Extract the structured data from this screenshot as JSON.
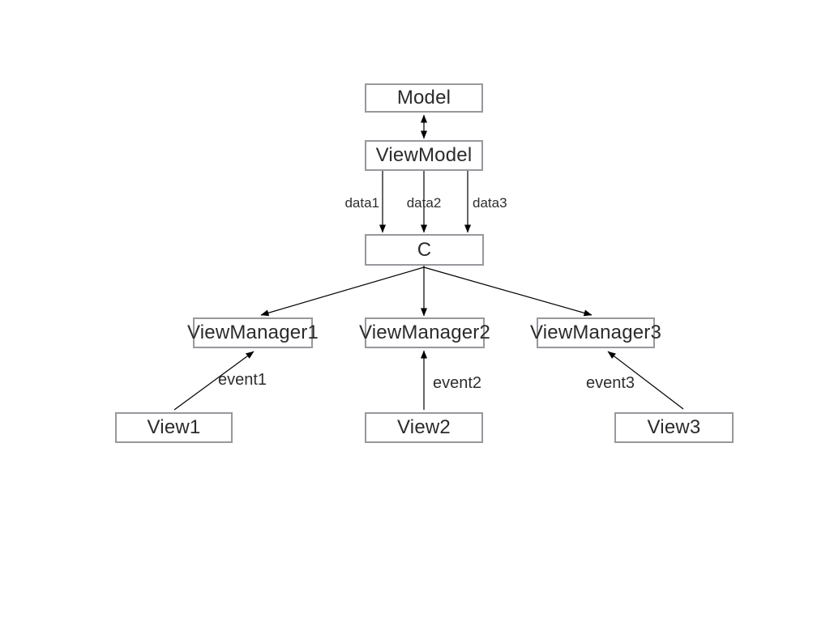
{
  "diagram": {
    "colors": {
      "background": "#ffffff",
      "node_border": "#98989d",
      "node_fill": "#ffffff",
      "node_text": "#2b2b2b",
      "arrow": "#000000"
    },
    "nodes": {
      "model": {
        "label": "Model"
      },
      "viewmodel": {
        "label": "ViewModel"
      },
      "c": {
        "label": "C"
      },
      "viewmanager1": {
        "label": "ViewManager1"
      },
      "viewmanager2": {
        "label": "ViewManager2"
      },
      "viewmanager3": {
        "label": "ViewManager3"
      },
      "view1": {
        "label": "View1"
      },
      "view2": {
        "label": "View2"
      },
      "view3": {
        "label": "View3"
      }
    },
    "edge_labels": {
      "data1": "data1",
      "data2": "data2",
      "data3": "data3",
      "event1": "event1",
      "event2": "event2",
      "event3": "event3"
    },
    "edges": [
      {
        "from": "Model",
        "to": "ViewModel",
        "direction": "bidirectional",
        "label": ""
      },
      {
        "from": "ViewModel",
        "to": "C",
        "direction": "down",
        "label": "data1"
      },
      {
        "from": "ViewModel",
        "to": "C",
        "direction": "down",
        "label": "data2"
      },
      {
        "from": "ViewModel",
        "to": "C",
        "direction": "down",
        "label": "data3"
      },
      {
        "from": "C",
        "to": "ViewManager1",
        "direction": "down",
        "label": ""
      },
      {
        "from": "C",
        "to": "ViewManager2",
        "direction": "down",
        "label": ""
      },
      {
        "from": "C",
        "to": "ViewManager3",
        "direction": "down",
        "label": ""
      },
      {
        "from": "View1",
        "to": "ViewManager1",
        "direction": "up",
        "label": "event1"
      },
      {
        "from": "View2",
        "to": "ViewManager2",
        "direction": "up",
        "label": "event2"
      },
      {
        "from": "View3",
        "to": "ViewManager3",
        "direction": "up",
        "label": "event3"
      }
    ]
  }
}
